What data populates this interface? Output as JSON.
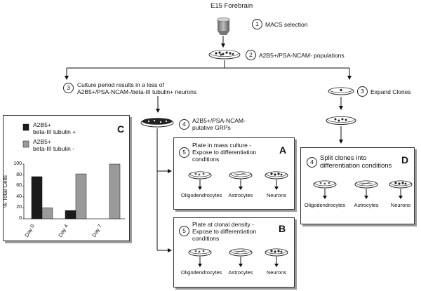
{
  "title": "E15 Forebrain",
  "steps": {
    "s1": {
      "num": "1",
      "label": "MACS selection"
    },
    "s2": {
      "num": "2",
      "label": "A2B5+/PSA-NCAM- populations"
    },
    "s3_left": {
      "num": "3",
      "line1": "Culture period results in a loss of",
      "line2": "A2B5+/PSA-NCAM-/beta-III tubulin+ neurons"
    },
    "s3_right": {
      "num": "3",
      "label": "Expand Clones"
    },
    "s4_left": {
      "num": "4",
      "line1": "A2B5+/PSA-NCAM-",
      "line2": "putative GRPs"
    },
    "s4_right": {
      "num": "4",
      "line1": "Split clones into",
      "line2": "differentiation conditions"
    }
  },
  "panel_a": {
    "letter": "A",
    "num": "5",
    "line1": "Plate in mass culture -",
    "line2": "Expose to differentiation",
    "line3": "conditions",
    "outcomes": [
      "Oligodendrocytes",
      "Astrocytes",
      "Neurons"
    ]
  },
  "panel_b": {
    "letter": "B",
    "num": "5",
    "line1": "Plate at clonal density -",
    "line2": "Expose to differentiation",
    "line3": "conditions",
    "outcomes": [
      "Oligodendrocytes",
      "Astrocytes",
      "Neurons"
    ]
  },
  "panel_d": {
    "letter": "D",
    "outcomes": [
      "Oligodendrocytes",
      "Astrocytes",
      "Neurons"
    ]
  },
  "panel_c": {
    "letter": "C",
    "chart_data": {
      "type": "bar",
      "categories": [
        "Day 0",
        "Day 4",
        "Day 7"
      ],
      "series": [
        {
          "name": "A2B5+ beta-III tubulin +",
          "color": "#1a1a1a",
          "values": [
            77,
            15,
            0
          ]
        },
        {
          "name": "A2B5+ beta-III tubulin -",
          "color": "#9a9a9a",
          "values": [
            20,
            82,
            100
          ]
        }
      ],
      "ylabel": "% Total Cells",
      "ylim": [
        0,
        100
      ],
      "yticks": [
        "0",
        "20",
        "40",
        "60",
        "80",
        "100"
      ],
      "legend": [
        {
          "line1": "A2B5+",
          "line2": "beta-III tubulin +"
        },
        {
          "line1": "A2B5+",
          "line2": "beta-III tubulin -"
        }
      ]
    }
  }
}
